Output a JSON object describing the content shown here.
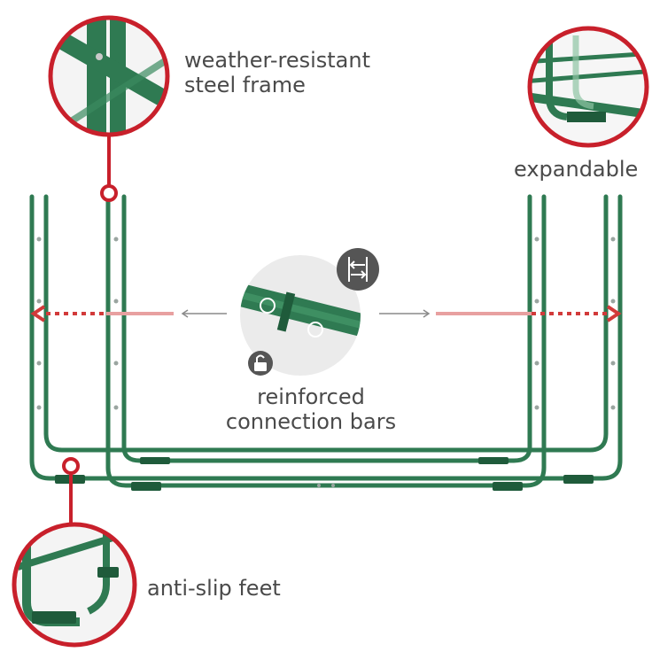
{
  "colors": {
    "frame_green": "#2f7a52",
    "frame_dark": "#1f5b3b",
    "callout_red": "#c8202b",
    "arrow_red": "#d23a3a",
    "text_gray": "#4a4a4a"
  },
  "callouts": {
    "frame": {
      "line1": "weather-resistant",
      "line2": "steel frame"
    },
    "expandable": {
      "label": "expandable"
    },
    "connection": {
      "line1": "reinforced",
      "line2": "connection bars"
    },
    "feet": {
      "label": "anti-slip feet"
    }
  },
  "icons": {
    "adjust": "adjust-arrows-icon",
    "lock": "padlock-icon"
  }
}
